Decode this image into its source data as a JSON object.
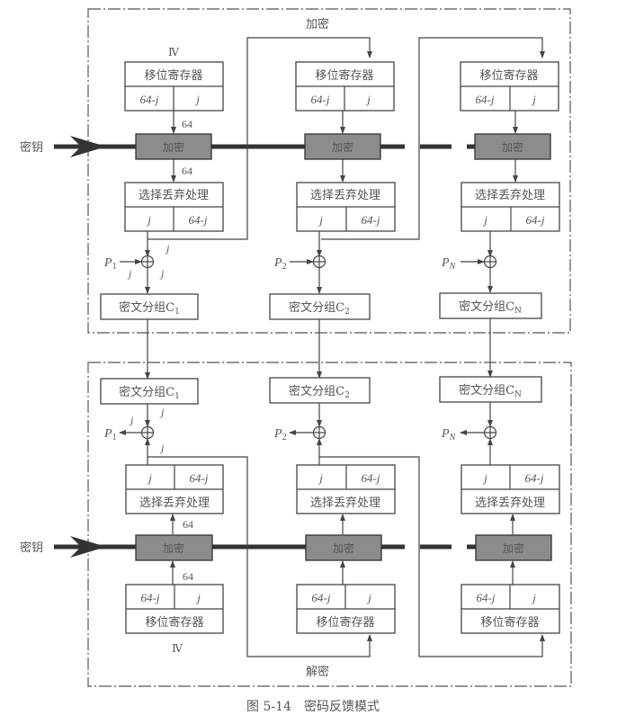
{
  "figure": {
    "caption": "图 5-14　密码反馈模式",
    "key_label": "密钥",
    "iv_label": "Ⅳ",
    "encrypt_section_label": "加密",
    "decrypt_section_label": "解密",
    "shift_register_label": "移位寄存器",
    "select_discard_label": "选择丢弃处理",
    "encrypt_block_label": "加密",
    "bits_64": "64",
    "bits_64_minus_j": "64-j",
    "bits_j": "j"
  },
  "encryption_stages": [
    {
      "plaintext": "P1",
      "ciphertext": "密文分组C1",
      "p_base": "P",
      "p_sub": "1",
      "c_base": "密文分组C",
      "c_sub": "1"
    },
    {
      "plaintext": "P2",
      "ciphertext": "密文分组C2",
      "p_base": "P",
      "p_sub": "2",
      "c_base": "密文分组C",
      "c_sub": "2"
    },
    {
      "plaintext": "PN",
      "ciphertext": "密文分组CN",
      "p_base": "P",
      "p_sub": "N",
      "c_base": "密文分组C",
      "c_sub": "N"
    }
  ],
  "decryption_stages": [
    {
      "plaintext": "P1",
      "ciphertext": "密文分组C1",
      "p_base": "P",
      "p_sub": "1",
      "c_base": "密文分组C",
      "c_sub": "1"
    },
    {
      "plaintext": "P2",
      "ciphertext": "密文分组C2",
      "p_base": "P",
      "p_sub": "2",
      "c_base": "密文分组C",
      "c_sub": "2"
    },
    {
      "plaintext": "PN",
      "ciphertext": "密文分组CN",
      "p_base": "P",
      "p_sub": "N",
      "c_base": "密文分组C",
      "c_sub": "N"
    }
  ],
  "colors": {
    "encrypt_block_fill": "#8c8c8c",
    "line": "#444444",
    "text": "#555555"
  }
}
